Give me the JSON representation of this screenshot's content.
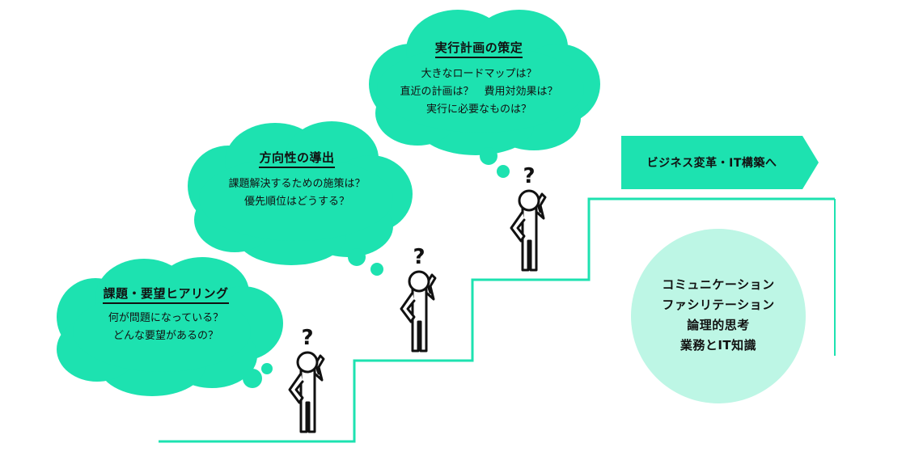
{
  "colors": {
    "accent": "#1de2b0",
    "accent_light": "#bdf6e5",
    "line": "#111111"
  },
  "clouds": [
    {
      "title": "課題・要望ヒアリング",
      "lines": [
        "何が問題になっている？",
        "どんな要望があるの？"
      ]
    },
    {
      "title": "方向性の導出",
      "lines": [
        "課題解決するための施策は？",
        "優先順位はどうする？"
      ]
    },
    {
      "title": "実行計画の策定",
      "lines": [
        "大きなロードマップは？",
        "直近の計画は？　費用対効果は？",
        "実行に必要なものは？"
      ]
    }
  ],
  "figures": [
    {
      "mark": "?",
      "icon": "thinking-person-icon"
    },
    {
      "mark": "?",
      "icon": "thinking-person-icon"
    },
    {
      "mark": "?",
      "icon": "thinking-person-icon"
    }
  ],
  "banner": {
    "label": "ビジネス変革・IT構築へ"
  },
  "skills": [
    "コミュニケーション",
    "ファシリテーション",
    "論理的思考",
    "業務とIT知識"
  ]
}
